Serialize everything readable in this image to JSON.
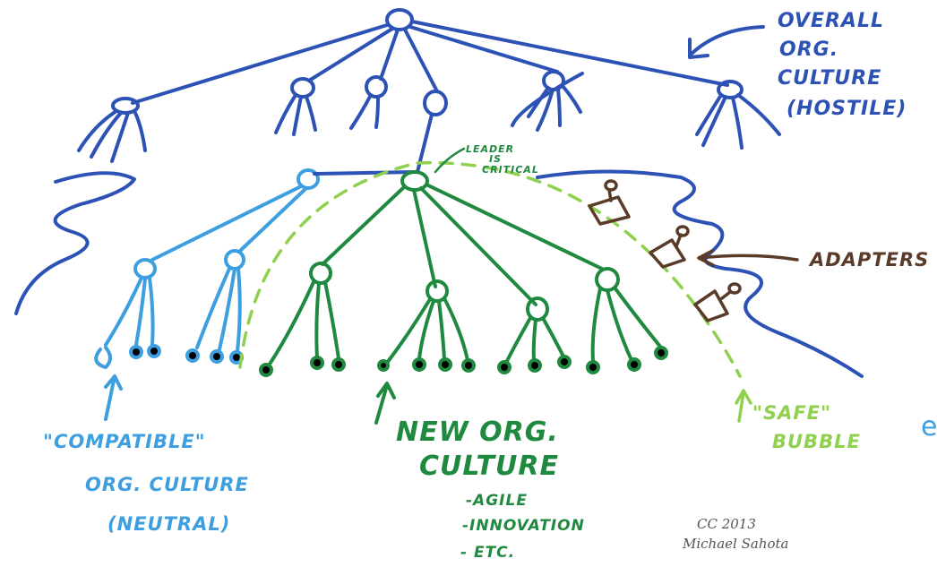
{
  "labels": {
    "overall": [
      "OVERALL",
      "ORG.",
      "CULTURE",
      "(HOSTILE)"
    ],
    "leader": [
      "LEADER",
      "IS",
      "CRITICAL"
    ],
    "adapters": "ADAPTERS",
    "compatible": [
      "\"COMPATIBLE\"",
      "ORG. CULTURE",
      "(NEUTRAL)"
    ],
    "new_culture": [
      "NEW ORG.",
      "CULTURE"
    ],
    "new_culture_items": [
      "-AGILE",
      "-INNOVATION",
      "- ETC."
    ],
    "safe_bubble": [
      "\"SAFE\"",
      "BUBBLE"
    ],
    "credit": [
      "CC 2013",
      "Michael Sahota"
    ],
    "edge_fragment": "e"
  },
  "colors": {
    "hostile": "#2d52b5",
    "compatible": "#3d9ee0",
    "new_culture": "#1f8a3f",
    "safe_bubble": "#8fd14f",
    "adapters": "#5a3a28",
    "credit": "#555555"
  }
}
